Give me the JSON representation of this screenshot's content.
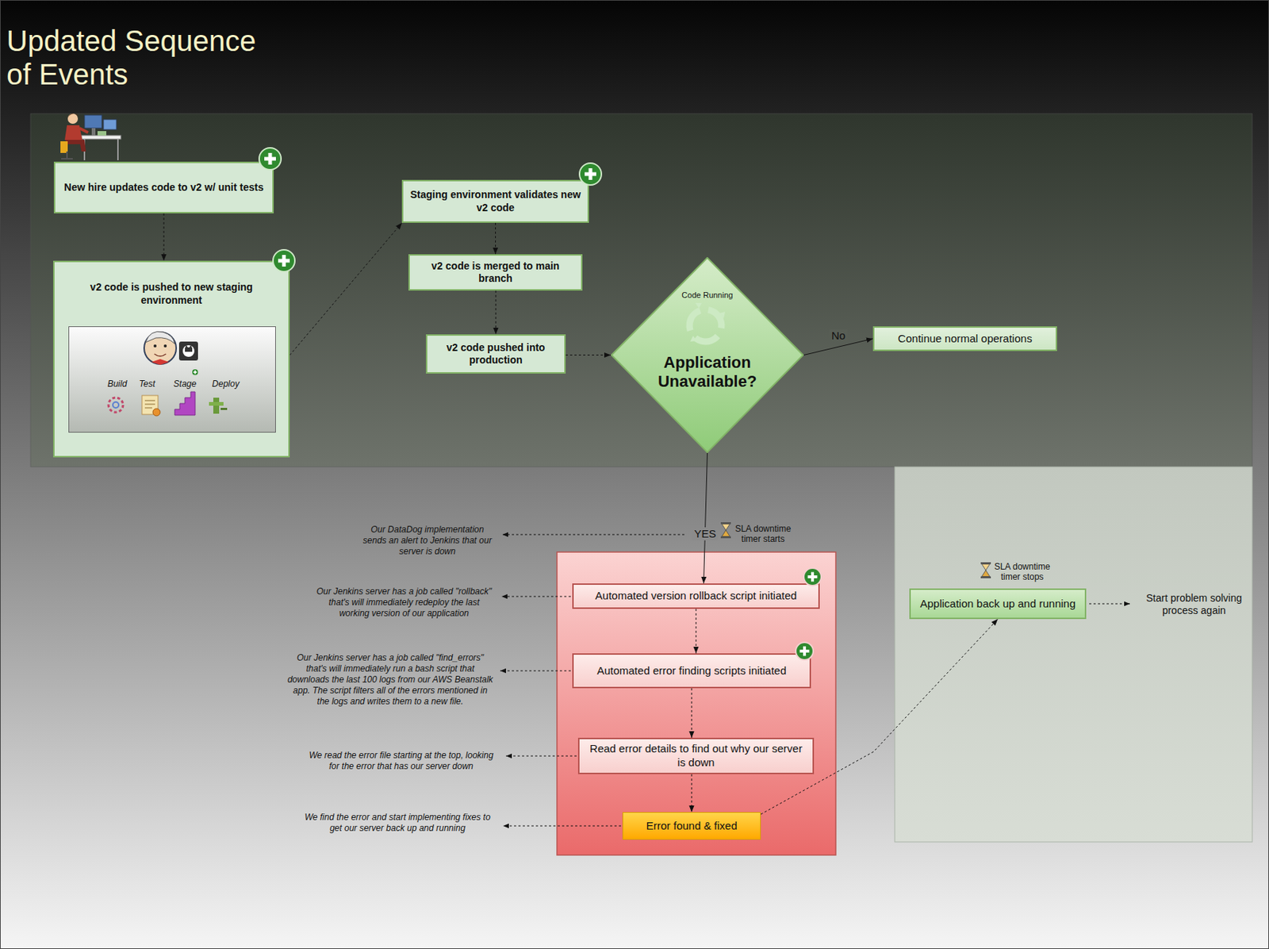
{
  "diagram": {
    "title": "Updated Sequence of Events",
    "nodes": [
      {
        "text": [
          "New hire updates code to v2 w/ unit tests"
        ]
      },
      {
        "text": [
          "v2 code is pushed to new staging environment"
        ]
      },
      {
        "text": [
          "Build",
          "Test",
          "Stage",
          "Deploy"
        ],
        "in": 1
      },
      {
        "text": [
          "Staging environment validates new v2 code"
        ]
      },
      {
        "text": [
          "v2 code is merged to main branch"
        ]
      },
      {
        "text": [
          "v2 code pushed into production"
        ]
      },
      {
        "text": [
          "Code Running",
          "Application Unavailable?"
        ]
      },
      {
        "text": [
          "Continue normal operations"
        ]
      },
      {
        "text": [
          "Automated version rollback script initiated"
        ]
      },
      {
        "text": [
          "Automated error finding scripts initiated"
        ]
      },
      {
        "text": [
          "Read error details to find out why our server is down"
        ]
      },
      {
        "text": [
          "Error found & fixed"
        ]
      },
      {
        "text": [
          "Application back up and running"
        ]
      }
    ],
    "edges": [
      {
        "from": 0,
        "to": 1,
        "arrow": "to"
      },
      {
        "from": 1,
        "to": 3,
        "arrow": "to"
      },
      {
        "from": 3,
        "to": 4,
        "arrow": "to"
      },
      {
        "from": 4,
        "to": 5,
        "arrow": "to"
      },
      {
        "from": 5,
        "to": 6,
        "arrow": "to"
      },
      {
        "from": 6,
        "to": 7,
        "label": "No",
        "arrow": "to"
      },
      {
        "from": 6,
        "to": 8,
        "label": "YES",
        "arrow": "to"
      },
      {
        "from": 8,
        "to": 9,
        "arrow": "to"
      },
      {
        "from": 9,
        "to": 10,
        "arrow": "to"
      },
      {
        "from": 10,
        "to": 11,
        "arrow": "to"
      },
      {
        "from": 11,
        "to": 12,
        "arrow": "to"
      }
    ],
    "labels": [
      "SLA downtime timer starts",
      "Our DataDog implementation sends an alert to Jenkins that our server is down",
      "Our Jenkins server has a job called \"rollback\" that's will immediately redeploy the last working version of our application",
      "Our Jenkins server has a job called \"find_errors\" that's will immediately run a bash script that downloads the last 100 logs from our AWS Beanstalk app. The script filters all of the errors mentioned in the logs and writes them to a new file.",
      "SLA downtime timer stops",
      "Start problem solving process again",
      "We read the error file starting at the top, looking for the error that has our server down",
      "We find the error and start implementing fixes to get our server back up and running"
    ]
  }
}
